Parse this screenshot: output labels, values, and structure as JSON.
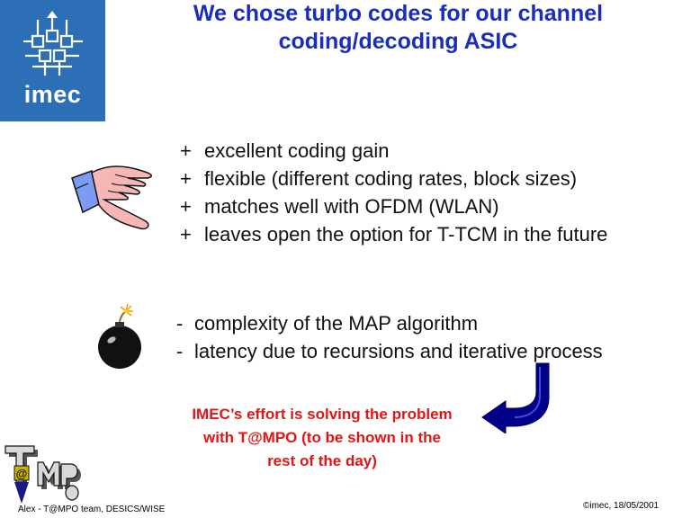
{
  "header": {
    "logo_text": "imec",
    "title_line1": "We chose turbo codes for our channel",
    "title_line2": "coding/decoding ASIC"
  },
  "pros": {
    "bullet": "+",
    "items": [
      "excellent coding gain",
      "flexible (different coding rates, block sizes)",
      "matches well with OFDM (WLAN)",
      "leaves open the option for T-TCM in the future"
    ]
  },
  "cons": {
    "bullet": "-",
    "items": [
      "complexity of the MAP algorithm",
      "latency due to recursions and iterative process"
    ]
  },
  "effort": {
    "line1": "IMEC’s effort is solving the problem",
    "line2": "with T@MPO (to be shown in the",
    "line3": "rest of the day)"
  },
  "tmpo_logo": {
    "at_symbol": "@"
  },
  "footer": {
    "left": "Alex - T@MPO team, DESICS/WISE",
    "right": "©imec, 18/05/2001"
  },
  "colors": {
    "logo_bg": "#2c6fb6",
    "title": "#1a2dbb",
    "effort": "#e01616",
    "arrow": "#00008b"
  },
  "icons": {
    "hand": "open-hand-icon",
    "bomb": "bomb-icon",
    "arrow": "curved-arrow-icon"
  }
}
